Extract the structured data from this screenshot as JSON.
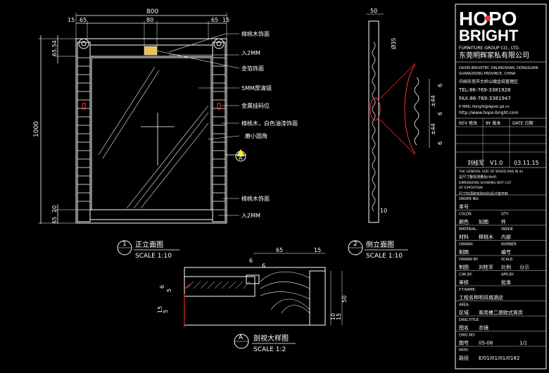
{
  "front_view": {
    "dims": {
      "overall_width": "800",
      "left_margin": "15",
      "left_post": "65",
      "center_width": "80",
      "right_post": "65",
      "right_margin": "15",
      "top_rail": "65.54",
      "height": "1000",
      "bottom_upper": "65",
      "bottom_lower": "20"
    },
    "annotations": [
      "樟桃木饰面",
      "入2MM",
      "金箔饰面",
      "5MM厚清镜",
      "金属挂码位",
      "樟桃木，白色油漆饰面",
      "磨小圆角",
      "樟桃木饰面",
      "入2MM"
    ],
    "section_marker": "A",
    "callout_number": "1",
    "title": "正立面图",
    "scale": "SCALE 1:10"
  },
  "side_view": {
    "dims": {
      "top": "50",
      "diameter": "Ø35",
      "bottom": "10",
      "d1": "6",
      "d2": "±44",
      "d3": "6",
      "d4": "±44",
      "d5": "6"
    },
    "callout_number": "2",
    "title": "侧立面图",
    "scale": "SCALE 1:10"
  },
  "section_detail": {
    "dims": {
      "width_main": "65",
      "width_side": "15",
      "h_top": "6",
      "h_a": "5",
      "h_b": "5",
      "h_c": "15",
      "v_a": "10",
      "v_b": "15",
      "v_c": "50",
      "top_a": "6",
      "top_b": "6"
    },
    "callout_letter": "A",
    "title": "剖视大样图",
    "scale": "SCALE 1:2"
  },
  "title_block": {
    "logo_top": "HOPO",
    "logo_bottom": "BRIGHT",
    "company_en": "FURNITURE GROUP CO., LTD.",
    "company_cn": "东莞明辉家私有限公司",
    "address_en_1": "DAXIN INDUSTRY, DALINGSHAN, DONGGUAN",
    "address_en_2": "GUANGDONG PROVINCE, CHINA",
    "address_cn": "中国东莞市大岭山镇金桔管理区",
    "tel": "TEL:86-769-3381928",
    "fax": "FAX:86-769-3381947",
    "email": "E-MAIL:hbright@dgnet.gd.cn",
    "web": "http://www.hopo-bright.com",
    "rev_header": [
      "REV 修改",
      "BY 版本",
      "DATE 日期"
    ],
    "rev_row": [
      "刘桂军",
      "V1.0",
      "03.11.15"
    ],
    "note_en_1": "THE GENERAL SIZE OF WOOD END IN 4x",
    "note_cn_1": "总尺寸整体测量处(4x4)",
    "note_en_2": "DIMENSIONS SHOWING NOT CUT",
    "note_en_3": "OF EXPOSTION",
    "note_cn_2": "尺寸均须依实际对比后才能开料",
    "fields": [
      {
        "label_en": "ORDER NO:",
        "label_cn": "单号",
        "value": ""
      },
      {
        "label_en": "COLOR:",
        "label_cn": "颜色",
        "value": "如图",
        "extra_en": "QTY:",
        "extra_cn": "件"
      },
      {
        "label_en": "MATERIAL:",
        "label_cn": "材料",
        "value": "樟桃木",
        "extra_en": "INSIDE",
        "extra_cn": "内部"
      },
      {
        "label_en": "DRAWN:",
        "label_cn": "制图",
        "value": "",
        "extra_en": "NUMBER",
        "extra_cn": "编号"
      },
      {
        "label_en": "DRAWN BY:",
        "label_cn": "制图",
        "value": "刘桂军",
        "extra_en": "SCALE:",
        "extra_cn": "比例",
        "extra_val": "分示"
      },
      {
        "label_en": "CHK.BY:",
        "label_cn": "审核",
        "value": "",
        "extra_en": "APR.BY:",
        "extra_cn": "批准"
      },
      {
        "label_en": "P.T.NAME:",
        "label_cn": "工程名称",
        "value": "明风城酒店"
      },
      {
        "label_en": "AREA:",
        "label_cn": "区域",
        "value": "客房楼二层欧式客房"
      },
      {
        "label_en": "DWG.TITLE:",
        "label_cn": "图名",
        "value": "衣镜"
      },
      {
        "label_en": "DWG.NO:",
        "label_cn": "图号",
        "value": "05-08",
        "extra_val": "1/1"
      },
      {
        "label_en": "PATH:",
        "label_cn": "路径",
        "value": "E/01/01/01/0182"
      }
    ]
  }
}
